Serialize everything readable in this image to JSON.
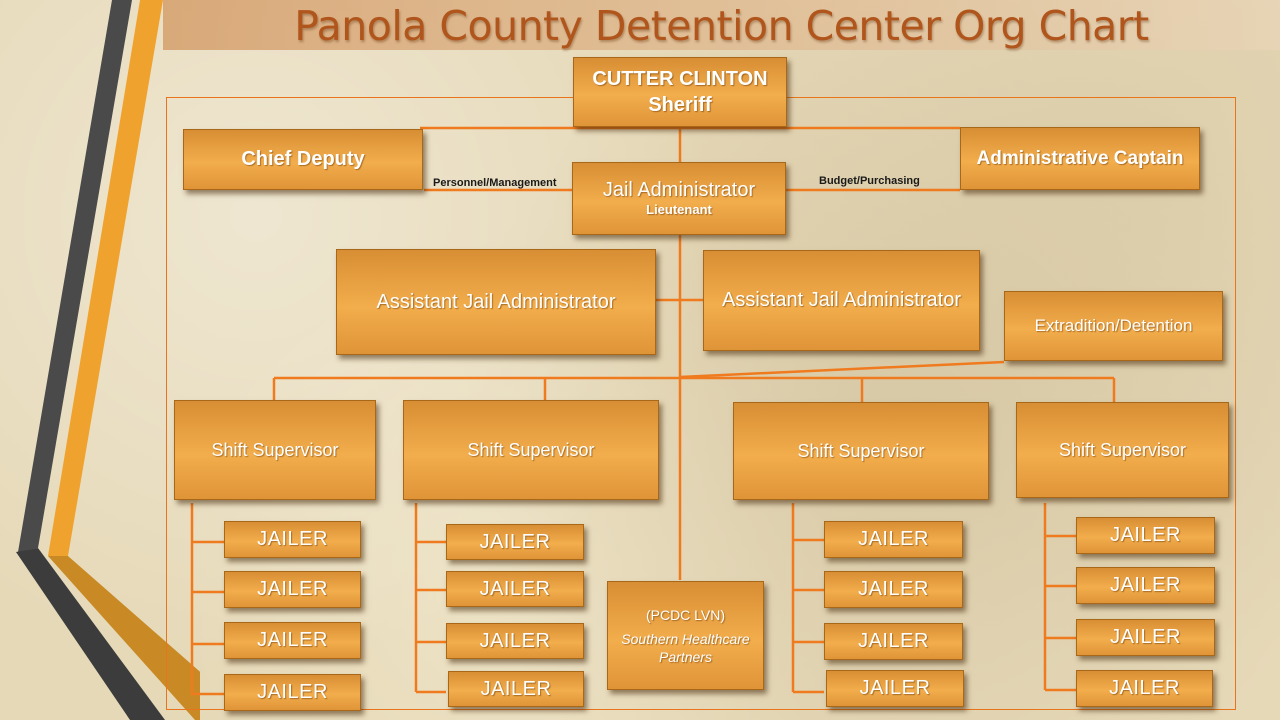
{
  "title": "Panola County Detention Center Org Chart",
  "colors": {
    "accent": "#f07a1e",
    "box": "#eea448",
    "title": "#b0561c",
    "background": "#e6d9b8"
  },
  "sheriff": {
    "name": "CUTTER CLINTON",
    "role": "Sheriff"
  },
  "chief_deputy": "Chief Deputy",
  "admin_captain": "Administrative Captain",
  "jail_admin": {
    "title": "Jail Administrator",
    "rank": "Lieutenant"
  },
  "edge_labels": {
    "left": "Personnel/Management",
    "right": "Budget/Purchasing"
  },
  "assistants": [
    "Assistant Jail Administrator",
    "Assistant Jail Administrator"
  ],
  "extradition": "Extradition/Detention",
  "supervisors": [
    "Shift Supervisor",
    "Shift Supervisor",
    "Shift Supervisor",
    "Shift Supervisor"
  ],
  "jailer_label": "JAILER",
  "medical": {
    "line1": "(PCDC LVN)",
    "line2": "Southern Healthcare Partners"
  }
}
